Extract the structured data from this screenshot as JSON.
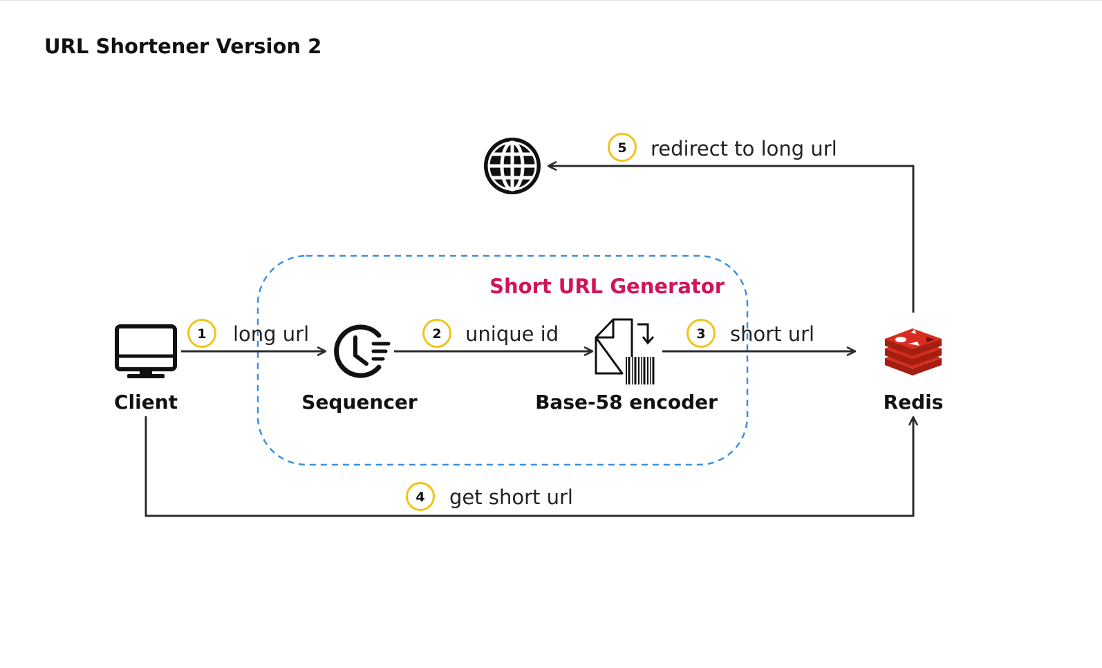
{
  "title": "URL Shortener Version 2",
  "group": {
    "label": "Short URL Generator",
    "label_color": "#d0145a",
    "border_color": "#3b8ee0"
  },
  "nodes": {
    "client": {
      "label": "Client",
      "icon": "monitor-icon"
    },
    "sequencer": {
      "label": "Sequencer",
      "icon": "clock-sequencer-icon"
    },
    "encoder": {
      "label": "Base-58 encoder",
      "icon": "document-barcode-icon"
    },
    "redis": {
      "label": "Redis",
      "icon": "redis-logo-icon",
      "color": "#d82c20"
    },
    "web": {
      "icon": "globe-icon"
    }
  },
  "edges": {
    "step1": {
      "number": "1",
      "label": "long url"
    },
    "step2": {
      "number": "2",
      "label": "unique id"
    },
    "step3": {
      "number": "3",
      "label": "short url"
    },
    "step4": {
      "number": "4",
      "label": "get short url"
    },
    "step5": {
      "number": "5",
      "label": "redirect to long url"
    }
  },
  "colors": {
    "step_circle": "#f2c318",
    "arrow": "#2b2b2b"
  }
}
